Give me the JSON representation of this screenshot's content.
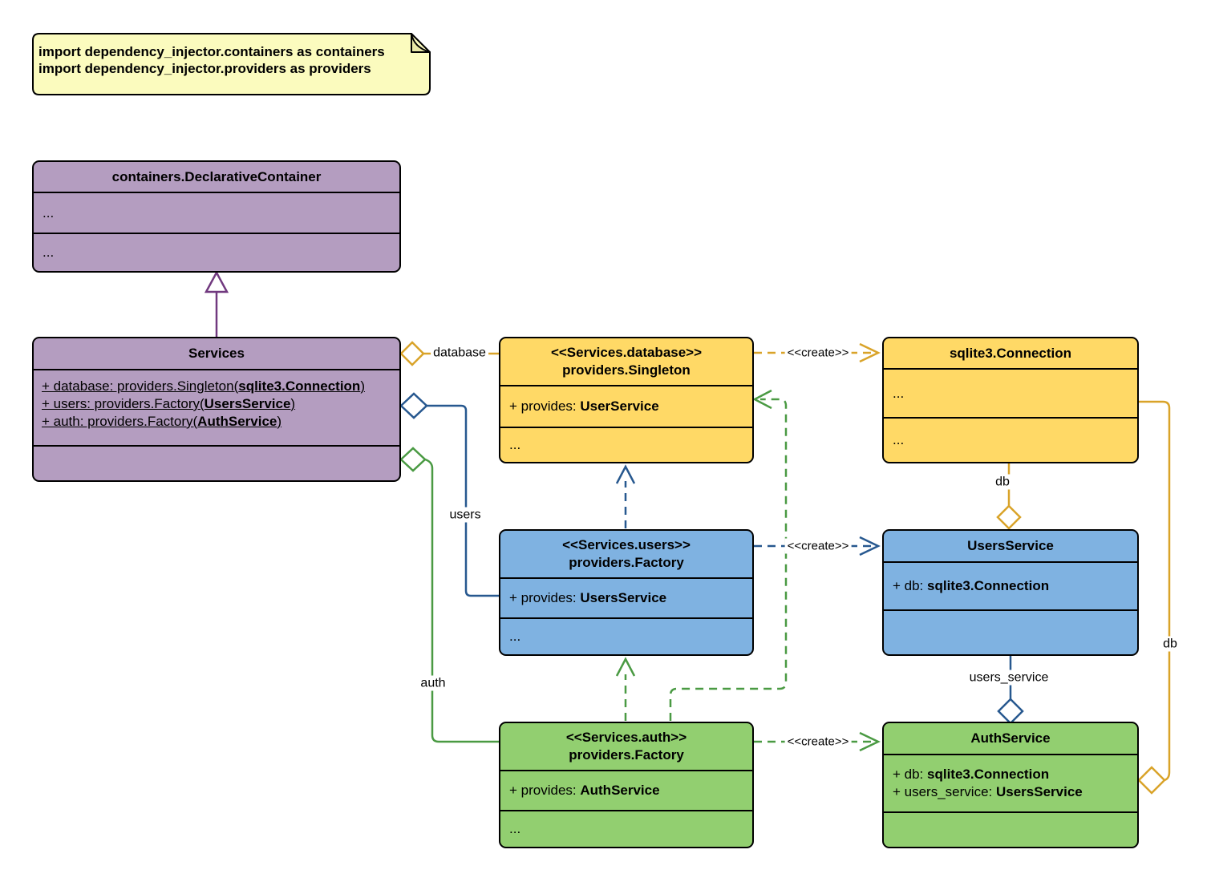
{
  "note": {
    "line1": "import dependency_injector.containers as containers",
    "line2": "import dependency_injector.providers as providers"
  },
  "colors": {
    "purple-fill": "#B49DC0",
    "purple-line": "#71397F",
    "gold-fill": "#FFD966",
    "gold-line": "#D9A329",
    "blue-fill": "#7FB2E1",
    "blue-line": "#27588F",
    "green-fill": "#92CF70",
    "green-line": "#4A9A43",
    "note-fill": "#FBFBBE",
    "note-fold": "#E8E8A6"
  },
  "classes": {
    "declarative": {
      "title": "containers.DeclarativeContainer",
      "row1": "...",
      "row2": "..."
    },
    "services": {
      "title": "Services",
      "attrs": [
        {
          "pre": "+ database: providers.Singleton(",
          "bold": "sqlite3.Connection",
          "post": ")"
        },
        {
          "pre": "+ users: providers.Factory(",
          "bold": "UsersService",
          "post": ")"
        },
        {
          "pre": "+ auth: providers.Factory(",
          "bold": "AuthService",
          "post": ")"
        }
      ]
    },
    "singleton": {
      "stereotype": "<<Services.database>>",
      "title": "providers.Singleton",
      "attr": {
        "pre": "+ provides: ",
        "bold": "UserService"
      },
      "row": "..."
    },
    "sqlite": {
      "title": "sqlite3.Connection",
      "row1": "...",
      "row2": "..."
    },
    "factory_users": {
      "stereotype": "<<Services.users>>",
      "title": "providers.Factory",
      "attr": {
        "pre": "+ provides: ",
        "bold": "UsersService"
      },
      "row": "..."
    },
    "users_service": {
      "title": "UsersService",
      "attr": {
        "pre": "+ db: ",
        "bold": "sqlite3.Connection"
      }
    },
    "factory_auth": {
      "stereotype": "<<Services.auth>>",
      "title": "providers.Factory",
      "attr": {
        "pre": "+ provides: ",
        "bold": "AuthService"
      },
      "row": "..."
    },
    "auth_service": {
      "title": "AuthService",
      "attrs": [
        {
          "pre": "+ db: ",
          "bold": "sqlite3.Connection"
        },
        {
          "pre": "+ users_service: ",
          "bold": "UsersService"
        }
      ]
    }
  },
  "edge_labels": {
    "database": "database",
    "users": "users",
    "auth": "auth",
    "create_db": "<<create>>",
    "create_users": "<<create>>",
    "create_auth": "<<create>>",
    "db_users": "db",
    "db_auth": "db",
    "users_service": "users_service"
  }
}
